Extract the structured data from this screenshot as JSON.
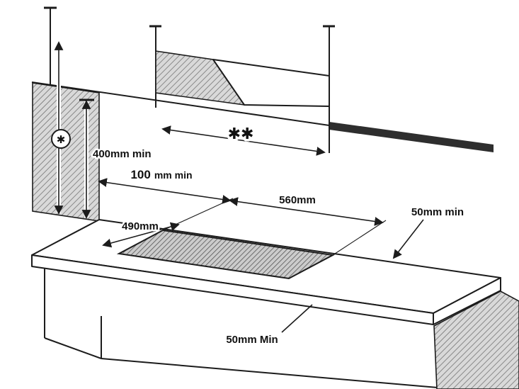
{
  "labels": {
    "star_single": "✱",
    "star_double": "✱✱",
    "clearance_height": "400mm min",
    "side_clearance_value": "100",
    "side_clearance_unit": "mm min",
    "cutout_width": "560mm",
    "cutout_depth": "490mm",
    "rear_clearance": "50mm min",
    "front_clearance": "50mm Min"
  },
  "colors": {
    "background": "#ffffff",
    "surface": "#ffffff",
    "line": "#1c1c1c",
    "text": "#111111",
    "band": "#2e2e2e",
    "wall_hatch_bg": "#d9d9d9",
    "hatch_line": "#666666",
    "hole_hatch_bg": "#cccccc",
    "hole_hatch_line": "#555555"
  }
}
